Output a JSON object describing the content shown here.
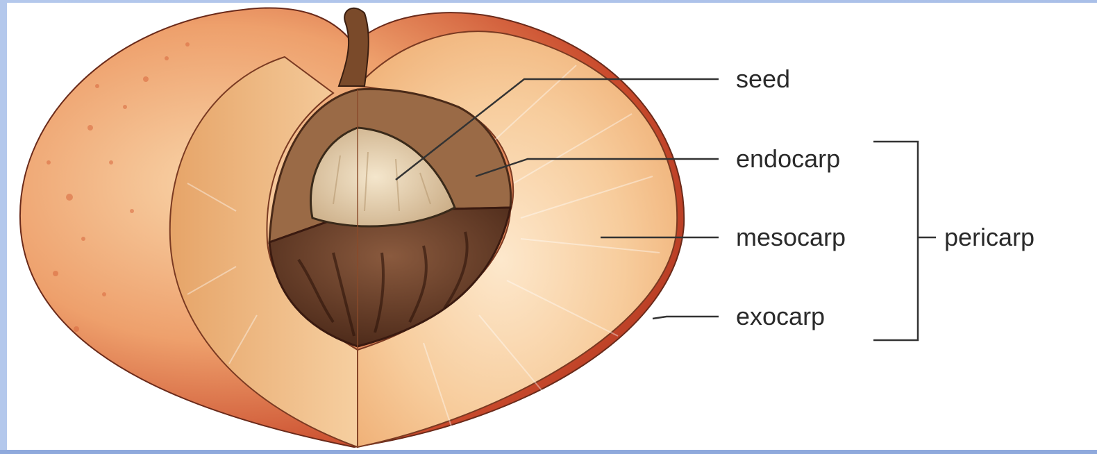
{
  "diagram": {
    "labels": {
      "seed": "seed",
      "endocarp": "endocarp",
      "mesocarp": "mesocarp",
      "exocarp": "exocarp",
      "pericarp": "pericarp"
    },
    "colors": {
      "skin_red": "#c2452a",
      "skin_light": "#f2b98a",
      "flesh": "#f5c594",
      "flesh_light": "#fbe2c4",
      "endocarp": "#8a5a3a",
      "pit": "#5a3424",
      "seed": "#e8d6b8",
      "stem": "#7a4a2a",
      "line": "#333333"
    }
  }
}
